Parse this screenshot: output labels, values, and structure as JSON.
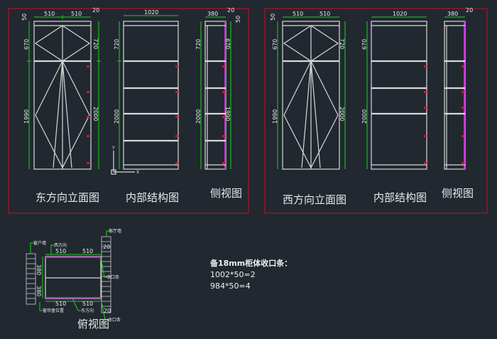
{
  "east_panel": {
    "elevation_title": "东方向立面图",
    "structure_title": "内部结构图",
    "side_title": "侧视图",
    "elev_dims": {
      "top": "50",
      "w1": "510",
      "w2": "510",
      "corner": "20",
      "upper": "670",
      "lower": "1990",
      "right_upper": "720",
      "right_lower": "2000"
    },
    "struct_dims": {
      "width": "1020",
      "upper": "720",
      "lower": "2000"
    },
    "side_dims": {
      "width": "380",
      "corner": "20",
      "top": "50",
      "left_upper": "720",
      "left_lower": "2000",
      "right_upper": "670",
      "right_lower": "1990"
    }
  },
  "west_panel": {
    "elevation_title": "西方向立面图",
    "structure_title": "内部结构图",
    "side_title": "侧视图",
    "elev_dims": {
      "top": "50",
      "w1": "510",
      "w2": "510",
      "upper": "670",
      "lower": "1990",
      "right_upper": "720",
      "right_lower": "2000"
    },
    "struct_dims": {
      "width": "1020",
      "upper": "670",
      "lower": "2000"
    },
    "side_dims": {
      "width": "380",
      "corner": "20"
    }
  },
  "plan_view": {
    "title": "俯视图",
    "labels": {
      "window_wall": "窗户墙",
      "west": "西方向",
      "living_wall": "客厅墙",
      "trim_strip": "收口条",
      "curtain_box": "窗帘盒位置",
      "east": "东方向",
      "trim_strip_2": "收口条"
    },
    "dims": {
      "top_w1": "510",
      "top_w2": "510",
      "bot_w1": "510",
      "bot_w2": "510",
      "d1": "380",
      "d2": "380",
      "corner_top": "20",
      "corner_bot": "20"
    }
  },
  "notes": {
    "heading": "备18mm柜体收口条：",
    "line1": "1002*50=2",
    "line2": "984*50=4"
  },
  "ucs": {
    "y": "Y",
    "x": "X"
  }
}
